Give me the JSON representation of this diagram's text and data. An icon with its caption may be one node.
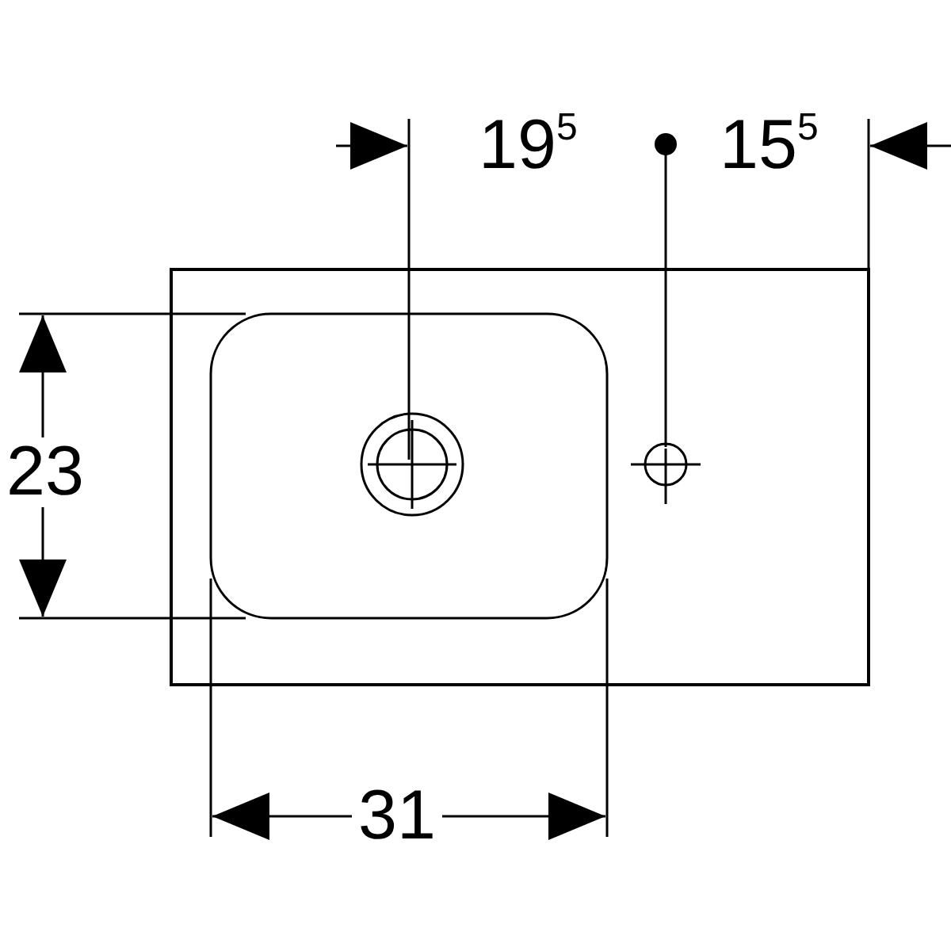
{
  "diagram": {
    "labels": [
      "19$^{5}$",
      "15$^{5}$",
      "23",
      "31"
    ]
  }
}
